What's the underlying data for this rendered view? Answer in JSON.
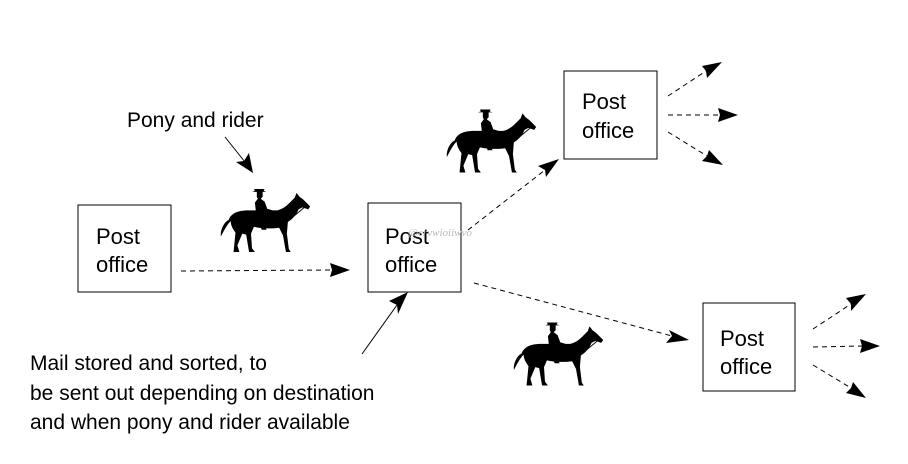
{
  "post_office": {
    "line1": "Post",
    "line2": "office"
  },
  "labels": {
    "pony_rider": "Pony and rider",
    "mail_note": [
      "Mail stored and sorted, to",
      "be sent out depending on destination",
      "and when pony and rider available"
    ]
  },
  "watermark": "@ervwioiiwvo",
  "icons": {
    "horse_and_rider": "horse-rider-silhouette-icon"
  },
  "colors": {
    "ink": "#000000",
    "background": "#ffffff",
    "watermark": "#b8b8b8"
  }
}
